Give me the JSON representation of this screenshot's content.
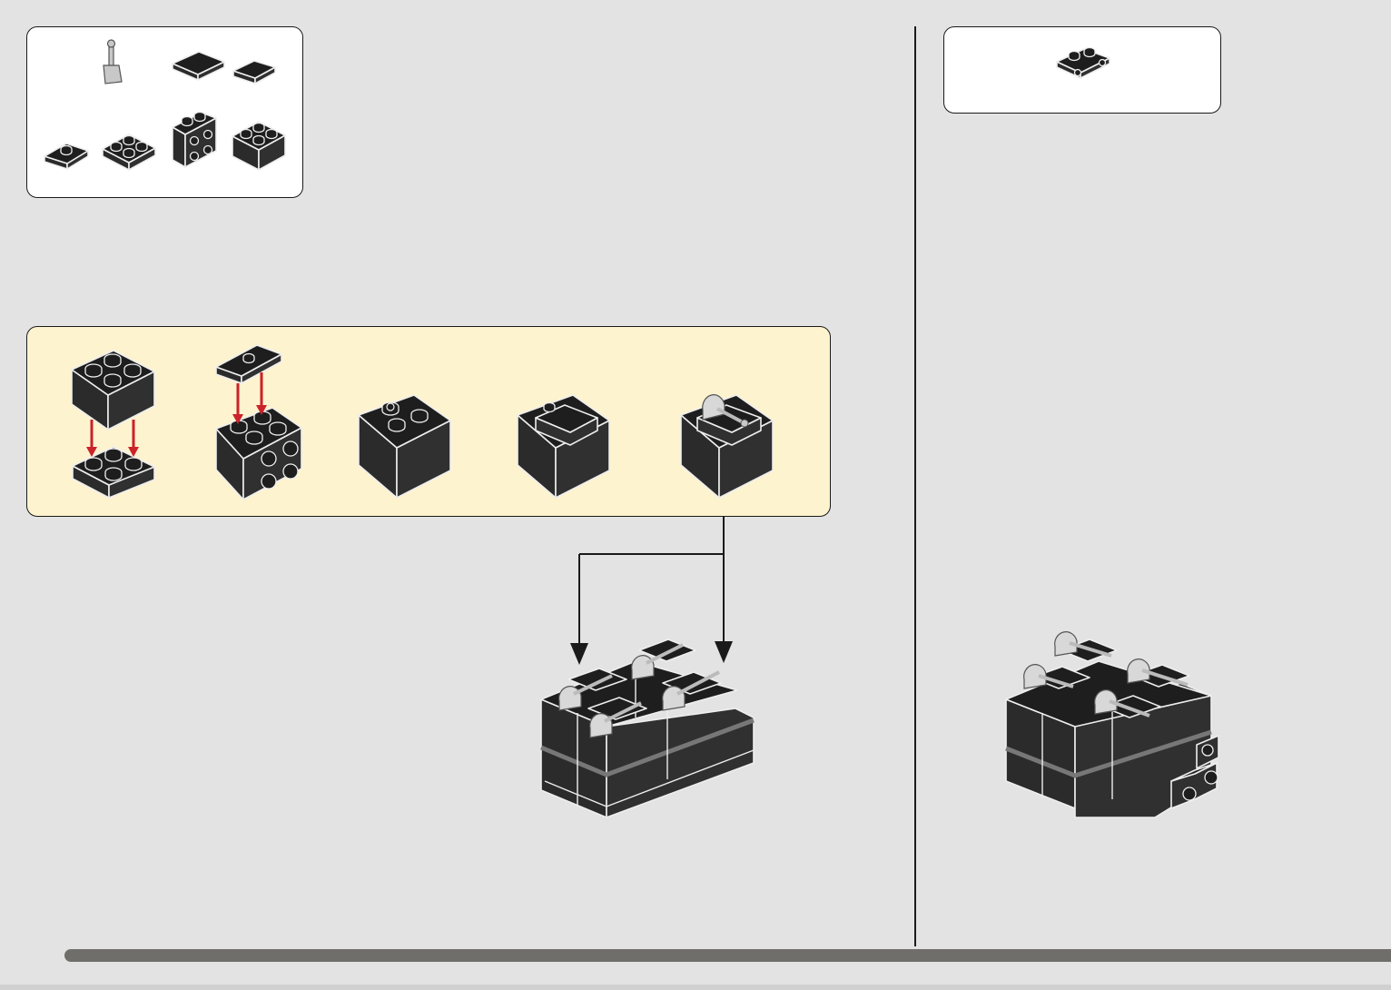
{
  "page": {
    "background": "#e3e3e3",
    "panel_border": "#1a1a1a",
    "subassembly_background": "#fdf3cf",
    "bottom_bar_color": "#6f6e6a"
  },
  "parts_panel_left": {
    "pieces": [
      {
        "icon": "lever-base-icon",
        "color": "light-grey"
      },
      {
        "icon": "tile-2x2-icon",
        "color": "black"
      },
      {
        "icon": "tile-1x2-icon",
        "color": "black"
      },
      {
        "icon": "jumper-plate-1x2-icon",
        "color": "black"
      },
      {
        "icon": "plate-2x2-icon",
        "color": "black"
      },
      {
        "icon": "bracket-2x2-icon",
        "color": "black"
      },
      {
        "icon": "brick-2x2-icon",
        "color": "black"
      }
    ]
  },
  "parts_panel_right": {
    "pieces": [
      {
        "icon": "plate-with-clips-icon",
        "color": "black"
      }
    ]
  },
  "subassembly": {
    "steps": [
      {
        "icon": "brick-on-plate-step-icon"
      },
      {
        "icon": "jumper-on-bracket-step-icon"
      },
      {
        "icon": "combined-block-step-icon"
      },
      {
        "icon": "block-with-tile-step-icon"
      },
      {
        "icon": "block-with-lever-step-icon"
      }
    ]
  },
  "main_model": {
    "icon": "four-block-assembly-icon"
  },
  "result_model": {
    "icon": "four-block-with-clips-icon"
  },
  "red_arrow_color": "#cc2229"
}
